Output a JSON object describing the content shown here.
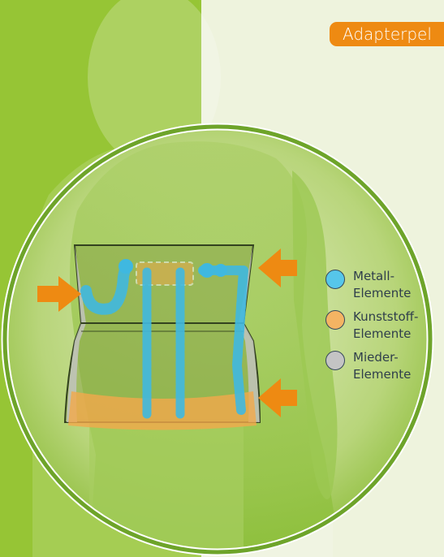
{
  "header": {
    "tag_label": "Adapterpel"
  },
  "legend": {
    "items": [
      {
        "label_line1": "Metall-",
        "label_line2": "Elemente",
        "color": "#56c6ea"
      },
      {
        "label_line1": "Kunststoff-",
        "label_line2": "Elemente",
        "color": "#f4b463"
      },
      {
        "label_line1": "Mieder-",
        "label_line2": "Elemente",
        "color": "#c4c4c4"
      }
    ]
  },
  "colors": {
    "green_panel": "#96c535",
    "light_panel": "#eef3dd",
    "ring": "#6ea42a",
    "arrow": "#ee8a12",
    "metal": "#3fb8e0",
    "plastic": "#f2a94b"
  },
  "icons": {
    "arrow": "arrow-right-icon"
  }
}
